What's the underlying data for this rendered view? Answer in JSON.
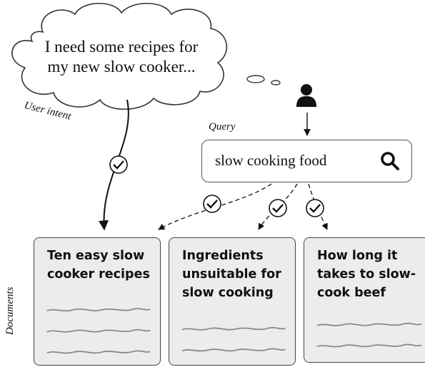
{
  "thought": {
    "line1": "I need some recipes for",
    "line2": "my new slow cooker..."
  },
  "labels": {
    "user_intent": "User intent",
    "query": "Query",
    "documents": "Documents"
  },
  "search": {
    "query_text": "slow cooking food",
    "icon": "search-icon"
  },
  "user": {
    "icon": "user-icon"
  },
  "documents": [
    {
      "title_lines": [
        "Ten easy slow",
        "cooker recipes"
      ]
    },
    {
      "title_lines": [
        "Ingredients",
        "unsuitable for",
        "slow cooking"
      ]
    },
    {
      "title_lines": [
        "How long it",
        "takes to slow-",
        "cook beef"
      ]
    }
  ],
  "relevance_marks": {
    "user_intent_to_doc1": "check",
    "query_to_doc1": "check",
    "query_to_doc2": "check",
    "query_to_doc3": "check"
  }
}
